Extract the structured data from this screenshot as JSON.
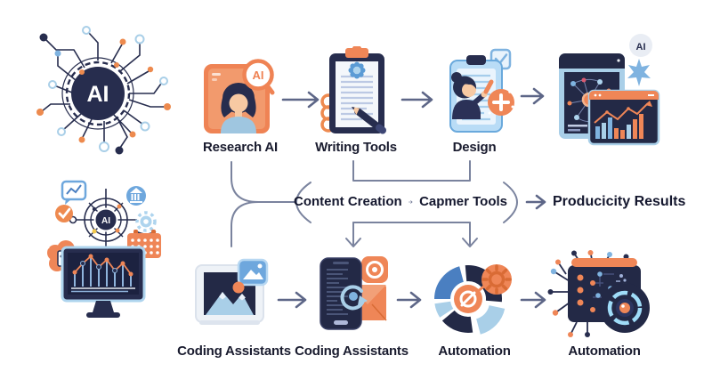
{
  "palette": {
    "navy": "#272d4e",
    "orange": "#ee8a50",
    "light_blue": "#a9cfe8",
    "blue": "#4a7fc1",
    "slate_connector": "#7a839e",
    "slate_arrow": "#5d6687",
    "text": "#191b2e",
    "background": "#ffffff"
  },
  "left_illustrations": {
    "ai_network_label": "AI",
    "ai_monitor_label": "AI"
  },
  "top_flow": {
    "steps": [
      {
        "label": "Research AI",
        "badge": "AI",
        "icon": "research-ai-icon"
      },
      {
        "label": "Writing Tools",
        "icon": "writing-tools-icon"
      },
      {
        "label": "Design",
        "icon": "design-icon"
      }
    ],
    "result": {
      "badge": "AI",
      "icon": "analytics-dashboard-illustration"
    }
  },
  "middle_flow": {
    "pill_from": "Content Creation",
    "pill_to": "Capmer Tools",
    "result": "Producicity Results"
  },
  "bottom_flow": {
    "steps": [
      {
        "label": "Coding Assistants",
        "icon": "image-editor-icon"
      },
      {
        "label": "Coding Assistants",
        "icon": "mobile-app-icon"
      },
      {
        "label": "Automation",
        "icon": "pie-gear-icon"
      },
      {
        "label": "Automation",
        "icon": "circuit-lens-icon"
      }
    ]
  }
}
